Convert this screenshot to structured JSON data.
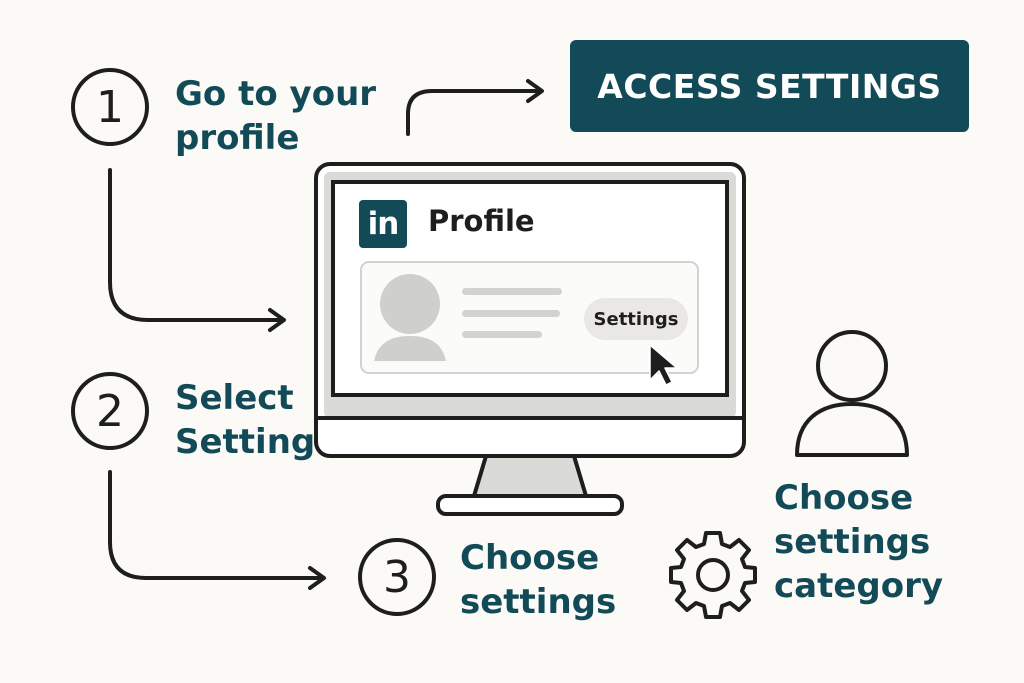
{
  "colors": {
    "teal": "#134a58",
    "ink": "#1e1e1e",
    "background": "#fbfaf6",
    "placeholder": "#cfcfcd"
  },
  "cta": {
    "label": "ACCESS SETTINGS"
  },
  "steps": [
    {
      "number": "1",
      "label_line1": "Go to your",
      "label_line2": "profile"
    },
    {
      "number": "2",
      "label_line1": "Select",
      "label_line2": "Setting"
    },
    {
      "number": "3",
      "label_line1": "Choose",
      "label_line2": "settings"
    }
  ],
  "screen": {
    "logo_text": "in",
    "title": "Profile",
    "button_label": "Settings"
  },
  "side_note": {
    "line1": "Choose",
    "line2": "settings",
    "line3": "category"
  },
  "icons": {
    "cursor": "cursor-icon",
    "user": "user-icon",
    "gear": "gear-icon",
    "avatar": "avatar-placeholder-icon"
  }
}
